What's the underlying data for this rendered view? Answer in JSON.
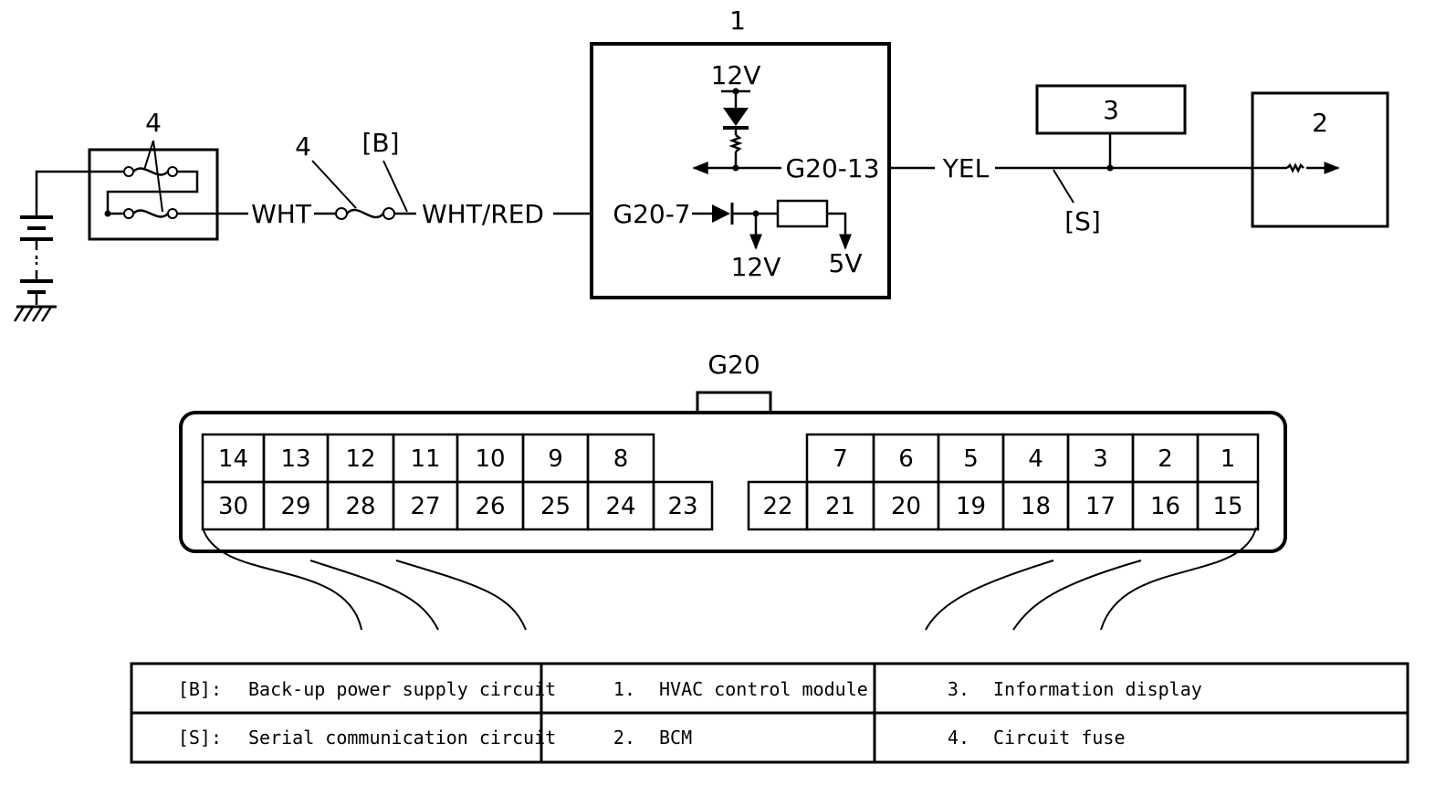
{
  "labels": {
    "module1": "1",
    "module2": "2",
    "module3": "3",
    "fuse_box_label": "4",
    "fuse_label": "4",
    "backup_tag": "[B]",
    "serial_tag": "[S]",
    "wire_wht": "WHT",
    "wire_wht_red": "WHT/RED",
    "wire_yel": "YEL",
    "pin_g20_13": "G20-13",
    "pin_g20_7": "G20-7",
    "v12_top": "12V",
    "v12_bottom": "12V",
    "v5": "5V",
    "connector_title": "G20"
  },
  "connector": {
    "left_top": [
      "14",
      "13",
      "12",
      "11",
      "10",
      "9",
      "8"
    ],
    "left_bottom": [
      "30",
      "29",
      "28",
      "27",
      "26",
      "25",
      "24",
      "23"
    ],
    "right_top": [
      "7",
      "6",
      "5",
      "4",
      "3",
      "2",
      "1"
    ],
    "right_bottom": [
      "22",
      "21",
      "20",
      "19",
      "18",
      "17",
      "16",
      "15"
    ]
  },
  "legend": [
    [
      {
        "key": "[B]:",
        "text": "Back-up power supply circuit"
      },
      {
        "key": "1.",
        "text": "HVAC control module"
      },
      {
        "key": "3.",
        "text": "Information display"
      }
    ],
    [
      {
        "key": "[S]:",
        "text": "Serial communication circuit"
      },
      {
        "key": "2.",
        "text": "BCM"
      },
      {
        "key": "4.",
        "text": "Circuit fuse"
      }
    ]
  ]
}
